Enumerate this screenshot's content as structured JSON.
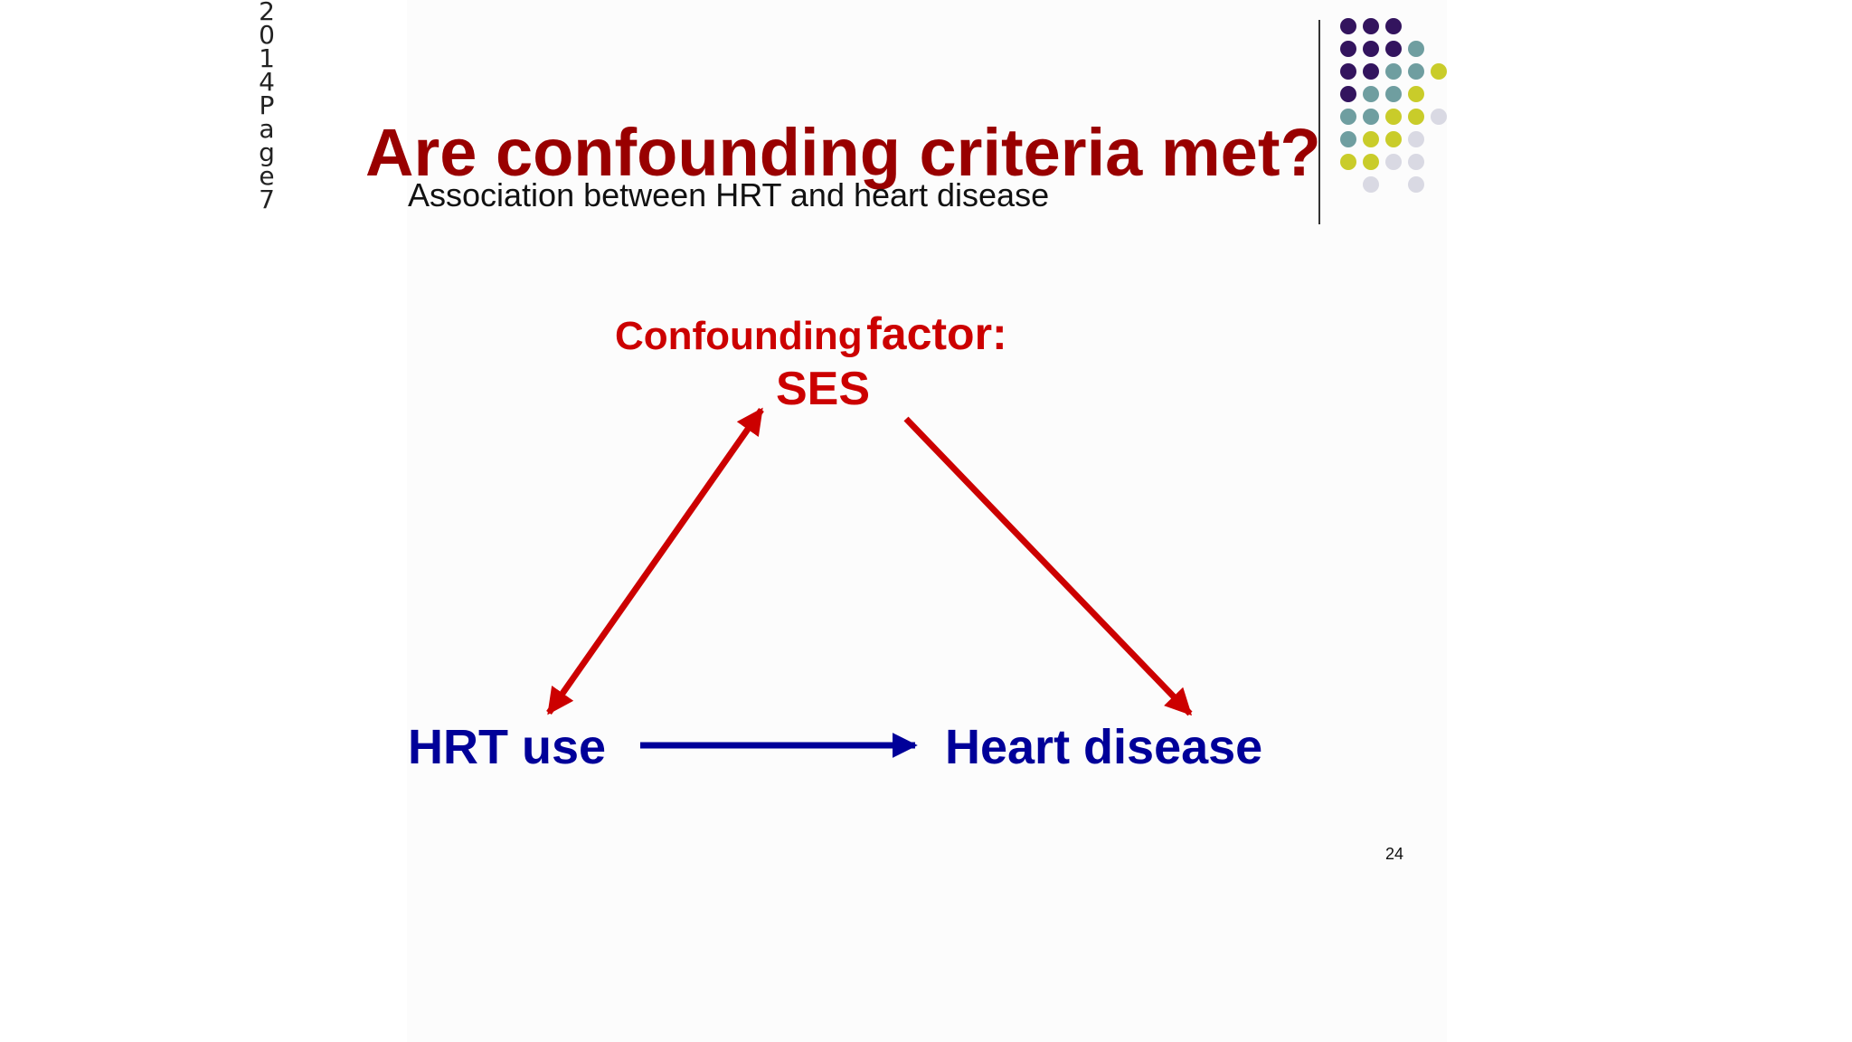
{
  "side_stamp": "2014 Page 7",
  "slide": {
    "title": "Are confounding criteria met?",
    "subtitle": "Association between HRT and heart disease",
    "page_number": "24"
  },
  "diagram": {
    "confounder_prefix": "Confounding",
    "confounder_suffix": "factor:",
    "confounder_name": "SES",
    "exposure": "HRT use",
    "outcome": "Heart disease"
  },
  "colors": {
    "title": "#990000",
    "confounder": "#cc0000",
    "nodes": "#000099",
    "arrow_confounder": "#cc0000",
    "arrow_main": "#000099",
    "dot_purple": "#33145e",
    "dot_teal": "#6f9ea0",
    "dot_yellow": "#c9cc2a",
    "dot_light": "#d9d9e3"
  },
  "decoration": {
    "dot_rows": [
      [
        "purple",
        "purple",
        "purple",
        "none",
        "none"
      ],
      [
        "purple",
        "purple",
        "purple",
        "teal",
        "none"
      ],
      [
        "purple",
        "purple",
        "teal",
        "teal",
        "yellow"
      ],
      [
        "purple",
        "teal",
        "teal",
        "yellow",
        "none"
      ],
      [
        "teal",
        "teal",
        "yellow",
        "yellow",
        "light"
      ],
      [
        "teal",
        "yellow",
        "yellow",
        "light",
        "none"
      ],
      [
        "yellow",
        "yellow",
        "light",
        "light",
        "none"
      ],
      [
        "none",
        "light",
        "none",
        "light",
        "none"
      ]
    ]
  }
}
